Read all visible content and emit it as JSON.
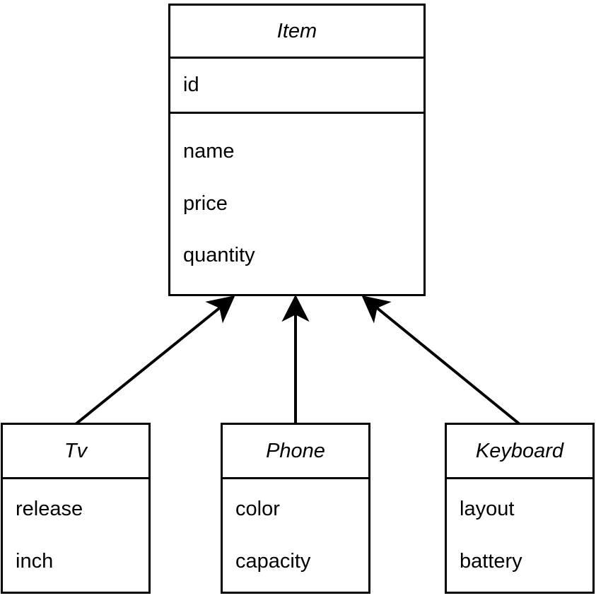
{
  "diagram": {
    "type": "uml-class-diagram",
    "relationship": "generalization",
    "background_color": "#ffffff",
    "stroke_color": "#000000",
    "classes": {
      "item": {
        "name": "Item",
        "id_compartment": [
          "id"
        ],
        "attributes": [
          "name",
          "price",
          "quantity"
        ]
      },
      "tv": {
        "name": "Tv",
        "attributes": [
          "release",
          "inch"
        ]
      },
      "phone": {
        "name": "Phone",
        "attributes": [
          "color",
          "capacity"
        ]
      },
      "keyboard": {
        "name": "Keyboard",
        "attributes": [
          "layout",
          "battery"
        ]
      }
    },
    "edges": [
      {
        "from": "Tv",
        "to": "Item",
        "kind": "inheritance-arrow"
      },
      {
        "from": "Phone",
        "to": "Item",
        "kind": "inheritance-arrow"
      },
      {
        "from": "Keyboard",
        "to": "Item",
        "kind": "inheritance-arrow"
      }
    ]
  }
}
